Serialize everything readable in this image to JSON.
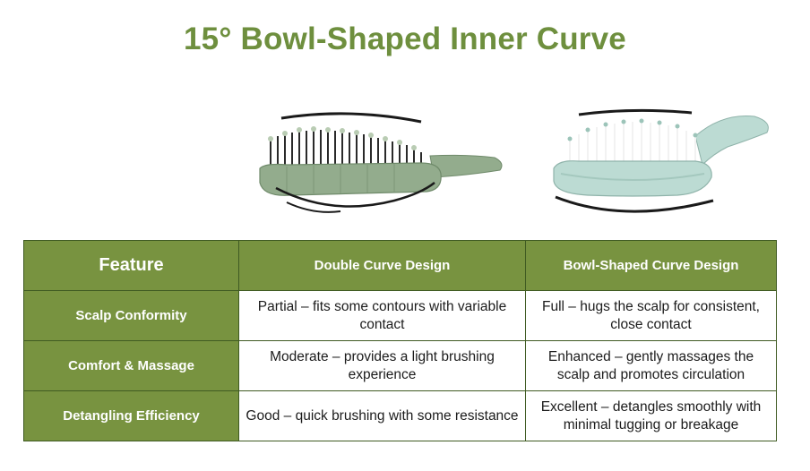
{
  "title": "15° Bowl-Shaped Inner Curve",
  "images": {
    "left": {
      "name": "double-curve-brush-image",
      "color": "#93ac8d"
    },
    "right": {
      "name": "bowl-shaped-brush-image",
      "color": "#bcdbd3"
    }
  },
  "colors": {
    "accent": "#6e8f3e",
    "header_bg": "#789340",
    "border": "#3f5a22"
  },
  "table": {
    "headers": [
      "Feature",
      "Double Curve Design",
      "Bowl-Shaped Curve Design"
    ],
    "rows": [
      {
        "feature": "Scalp Conformity",
        "double": "Partial – fits some contours with variable contact",
        "bowl": "Full – hugs the scalp for consistent, close contact"
      },
      {
        "feature": "Comfort & Massage",
        "double": "Moderate – provides a light brushing experience",
        "bowl": "Enhanced – gently massages the scalp and promotes circulation"
      },
      {
        "feature": "Detangling Efficiency",
        "double": "Good – quick brushing with some resistance",
        "bowl": "Excellent – detangles smoothly with minimal tugging or breakage"
      }
    ]
  }
}
